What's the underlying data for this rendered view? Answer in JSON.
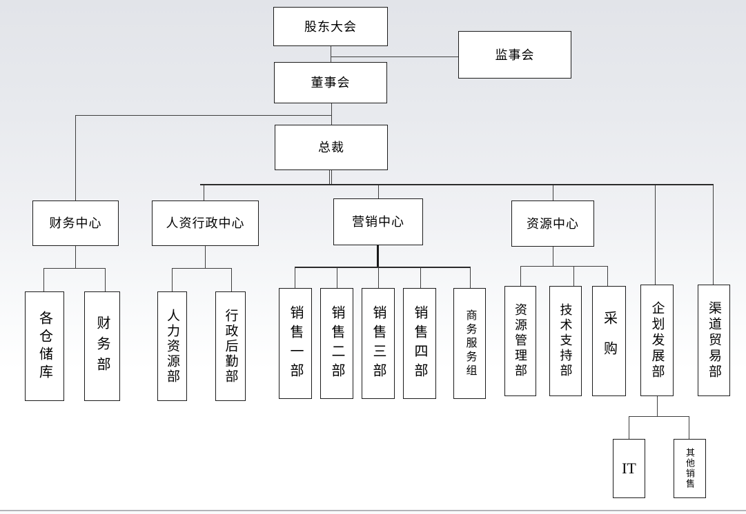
{
  "diagram": {
    "type": "org-chart",
    "language": "zh-CN",
    "nodes": {
      "shareholders": {
        "label": "股东大会"
      },
      "supervisory_board": {
        "label": "监事会"
      },
      "board_of_directors": {
        "label": "董事会"
      },
      "president": {
        "label": "总裁"
      },
      "finance_center": {
        "label": "财务中心"
      },
      "hr_admin_center": {
        "label": "人资行政中心"
      },
      "marketing_center": {
        "label": "营销中心"
      },
      "resource_center": {
        "label": "资源中心"
      },
      "warehouses": {
        "label": "各仓储库"
      },
      "finance_dept": {
        "label": "财务部"
      },
      "hr_dept": {
        "label": "人力资源部"
      },
      "admin_logistics_dept": {
        "label": "行政后勤部"
      },
      "sales_dept_1": {
        "label": "销售一部"
      },
      "sales_dept_2": {
        "label": "销售二部"
      },
      "sales_dept_3": {
        "label": "销售三部"
      },
      "sales_dept_4": {
        "label": "销售四部"
      },
      "business_service_group": {
        "label": "商务服务组"
      },
      "resource_mgmt_dept": {
        "label": "资源管理部"
      },
      "tech_support_dept": {
        "label": "技术支持部"
      },
      "procurement": {
        "label": "采购"
      },
      "planning_dev_dept": {
        "label": "企划发展部"
      },
      "channel_trade_dept": {
        "label": "渠道贸易部"
      },
      "it": {
        "label": "IT"
      },
      "other_sales": {
        "label": "其他销售"
      }
    },
    "edges": [
      {
        "from": "shareholders",
        "to": "supervisory_board"
      },
      {
        "from": "shareholders",
        "to": "board_of_directors"
      },
      {
        "from": "board_of_directors",
        "to": "president"
      },
      {
        "from": "board_of_directors",
        "to": "finance_center"
      },
      {
        "from": "president",
        "to": "hr_admin_center"
      },
      {
        "from": "president",
        "to": "marketing_center"
      },
      {
        "from": "president",
        "to": "resource_center"
      },
      {
        "from": "president",
        "to": "planning_dev_dept"
      },
      {
        "from": "president",
        "to": "channel_trade_dept"
      },
      {
        "from": "finance_center",
        "to": "warehouses"
      },
      {
        "from": "finance_center",
        "to": "finance_dept"
      },
      {
        "from": "hr_admin_center",
        "to": "hr_dept"
      },
      {
        "from": "hr_admin_center",
        "to": "admin_logistics_dept"
      },
      {
        "from": "marketing_center",
        "to": "sales_dept_1"
      },
      {
        "from": "marketing_center",
        "to": "sales_dept_2"
      },
      {
        "from": "marketing_center",
        "to": "sales_dept_3"
      },
      {
        "from": "marketing_center",
        "to": "sales_dept_4"
      },
      {
        "from": "marketing_center",
        "to": "business_service_group"
      },
      {
        "from": "resource_center",
        "to": "resource_mgmt_dept"
      },
      {
        "from": "resource_center",
        "to": "tech_support_dept"
      },
      {
        "from": "resource_center",
        "to": "procurement"
      },
      {
        "from": "planning_dev_dept",
        "to": "it"
      },
      {
        "from": "planning_dev_dept",
        "to": "other_sales"
      }
    ],
    "colors": {
      "box_fill": "#ffffff",
      "box_border": "#1a1a1a",
      "connector": "#3d3d3d",
      "background_top": "#e2e4e9",
      "background_bottom": "#ffffff"
    }
  }
}
